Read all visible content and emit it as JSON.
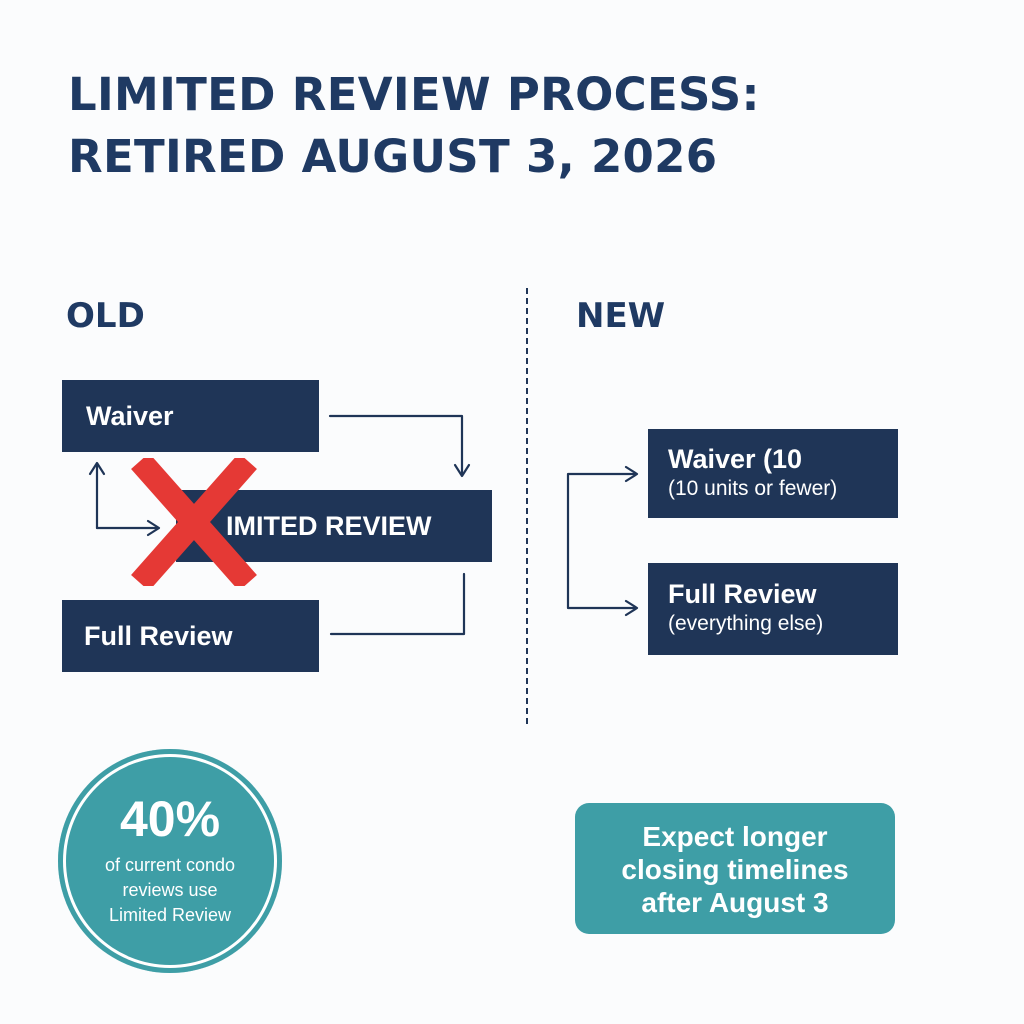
{
  "title": {
    "line1": "LIMITED REVIEW PROCESS:",
    "line2": "RETIRED AUGUST 3, 2026"
  },
  "old": {
    "heading": "OLD",
    "waiver": "Waiver",
    "limited_review": "LIMITED REVIEW",
    "limited_review_visible": "IMITED REVIEW",
    "full_review": "Full Review",
    "retired_marker": "x-icon"
  },
  "new": {
    "heading": "NEW",
    "waiver": {
      "label": "Waiver (10",
      "detail": "(10 units or fewer)"
    },
    "full_review": {
      "label": "Full Review",
      "detail": "(everything else)"
    }
  },
  "stat": {
    "value": "40%",
    "caption_lines": [
      "of current condo",
      "reviews use",
      "Limited Review"
    ]
  },
  "callout": {
    "lines": [
      "Expect longer",
      "closing timelines",
      "after August 3"
    ]
  },
  "colors": {
    "navy": "#1f3557",
    "teal": "#3e9ea6",
    "red_x": "#e53935",
    "background": "#fbfcfd"
  }
}
